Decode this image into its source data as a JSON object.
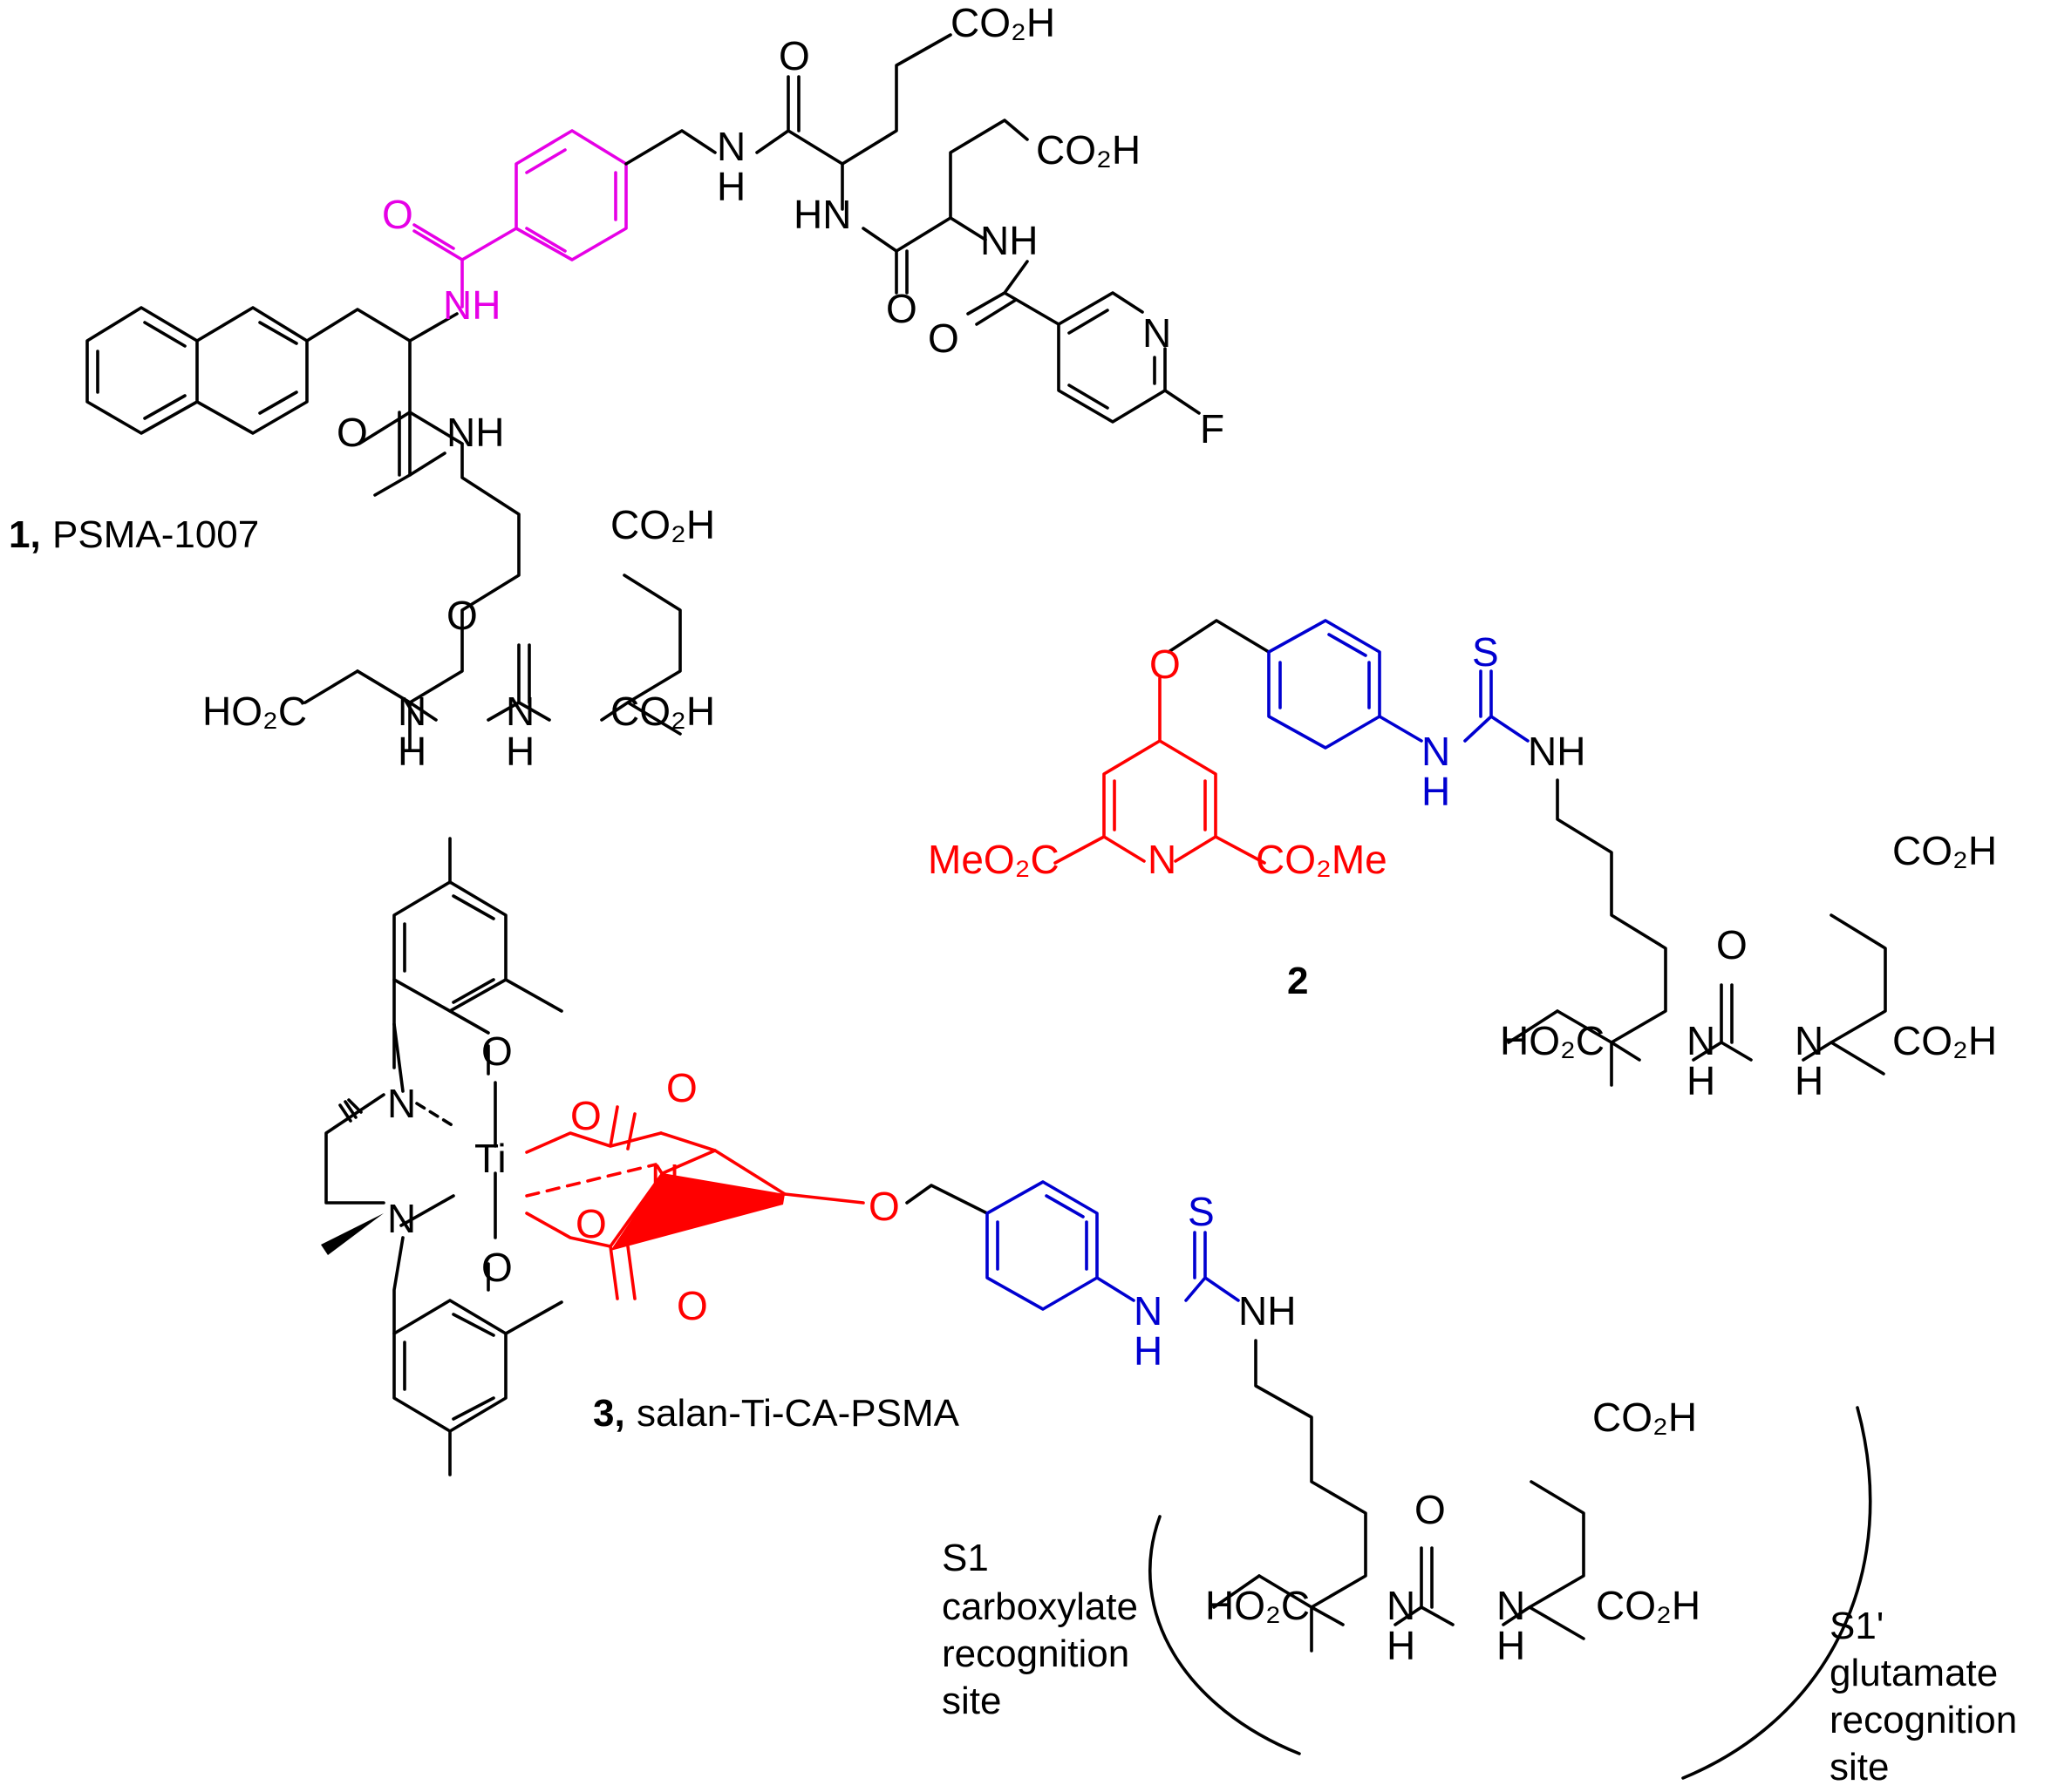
{
  "colors": {
    "bonds": "#000000",
    "linker_compound1": "#e600e6",
    "chelidamic_acid_core": "#ff0000",
    "thiourea_linker": "#0000d0",
    "background": "#ffffff"
  },
  "compound1": {
    "number": "1,",
    "name": "PSMA-1007",
    "atoms": {
      "co2h_a": "CO₂H",
      "co2h_b": "CO₂H",
      "o_a": "O",
      "nh_a": "N",
      "h_a": "H",
      "hn_b": "HN",
      "nh_c": "NH",
      "o_b": "O",
      "o_c": "O",
      "n_py": "N",
      "f": "F",
      "o_amide_mag": "O",
      "nh_mag": "NH",
      "o_d": "O",
      "nh_d": "NH",
      "co2h_c": "CO₂H",
      "o_urea": "O",
      "ho2c": "HO₂C",
      "n_urea1": "N",
      "h_urea1": "H",
      "n_urea2": "N",
      "h_urea2": "H",
      "co2h_d": "CO₂H"
    }
  },
  "compound2": {
    "number": "2",
    "atoms": {
      "o_ether": "O",
      "s": "S",
      "n_tu1": "N",
      "h_tu1": "H",
      "nh_tu2": "NH",
      "meo2c": "MeO₂C",
      "n_py": "N",
      "co2me": "CO₂Me",
      "co2h_a": "CO₂H",
      "o_urea": "O",
      "ho2c": "HO₂C",
      "n_urea1": "N",
      "h_urea1": "H",
      "n_urea2": "N",
      "h_urea2": "H",
      "co2h_b": "CO₂H"
    }
  },
  "compound3": {
    "number": "3,",
    "name": "salan-Ti-CA-PSMA",
    "atoms": {
      "ti": "Ti",
      "n_top": "N",
      "n_bot": "N",
      "o_phen_top": "O",
      "o_phen_bot": "O",
      "o_carb_top": "O",
      "o_carb_bot": "O",
      "o_keto_top": "O",
      "o_keto_bot": "O",
      "n_py": "N",
      "o_ether": "O",
      "s": "S",
      "n_tu1": "N",
      "h_tu1": "H",
      "nh_tu2": "NH",
      "co2h_a": "CO₂H",
      "o_urea": "O",
      "ho2c": "HO₂C",
      "n_urea1": "N",
      "h_urea1": "H",
      "n_urea2": "N",
      "h_urea2": "H",
      "co2h_b": "CO₂H"
    }
  },
  "sites": {
    "s1": [
      "S1",
      "carboxylate",
      "recognition",
      "site"
    ],
    "s1_prime": [
      "S1'",
      "glutamate",
      "recognition",
      "site"
    ]
  }
}
